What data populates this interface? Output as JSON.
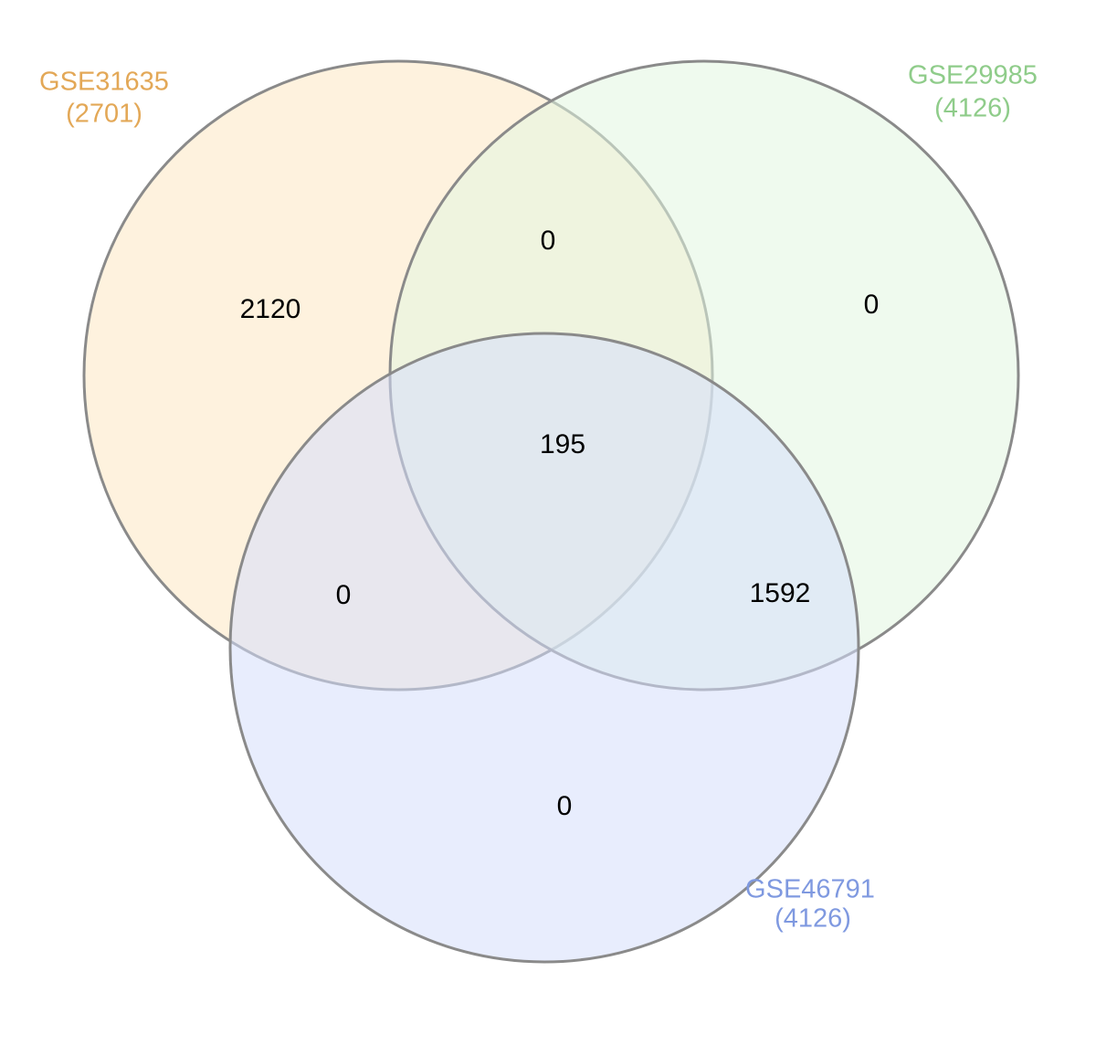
{
  "sets": [
    {
      "key": "a",
      "name": "GSE31635",
      "size_label": "(2701)",
      "fill": "#fdebcc",
      "label_color": "#e3a857"
    },
    {
      "key": "b",
      "name": "GSE29985",
      "size_label": "(4126)",
      "fill": "#e2f5e0",
      "label_color": "#8fcc8a"
    },
    {
      "key": "c",
      "name": "GSE46791",
      "size_label": "(4126)",
      "fill": "#d6defc",
      "label_color": "#7f99e0"
    }
  ],
  "regions": {
    "a_only": "2120",
    "b_only": "0",
    "c_only": "0",
    "ab_only": "0",
    "ac_only": "0",
    "bc_only": "1592",
    "abc": "195"
  },
  "circle_stroke": "#8a8a8a"
}
